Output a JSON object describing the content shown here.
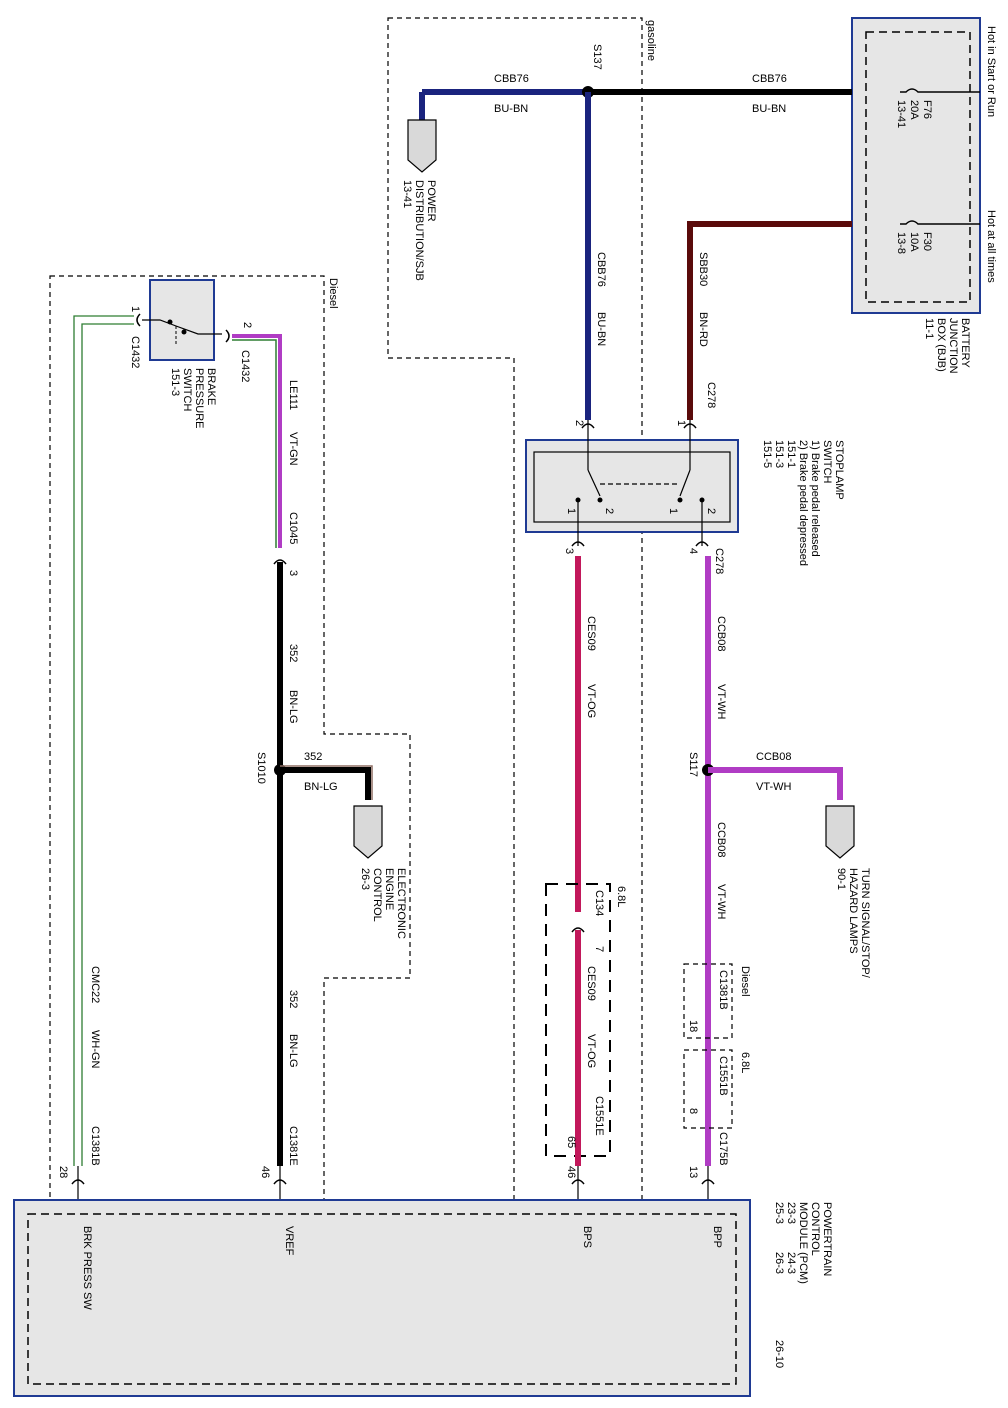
{
  "gasoline_label": "gasoline",
  "diesel_label_top": "Diesel",
  "splice_s137": "S137",
  "wire_cbb76_top_left": "CBB76",
  "wire_cbb76_top_left_color": "BU-BN",
  "wire_cbb76_top_right": "CBB76",
  "wire_cbb76_top_right_color": "BU-BN",
  "power_distribution": [
    "POWER",
    "DISTRIBUTION/SJB",
    "13-41"
  ],
  "bjb": {
    "hot_start_run": "Hot in Start or Run",
    "hot_all_times": "Hot at all times",
    "fuse_f76": [
      "F76",
      "20A",
      "13-41"
    ],
    "fuse_f30": [
      "F30",
      "10A",
      "13-8"
    ],
    "title": [
      "BATTERY",
      "JUNCTION",
      "BOX (BJB)",
      "11-1"
    ]
  },
  "wire_cbb76_vert": "CBB76",
  "wire_cbb76_vert_color": "BU-BN",
  "wire_sbb30": "SBB30",
  "wire_sbb30_color": "BN-RD",
  "c278_top": "C278",
  "stoplamp": {
    "title": [
      "STOPLAMP",
      "SWITCH",
      "1) Brake pedal released",
      "2) Brake pedal depressed",
      "151-1",
      "151-3",
      "151-5"
    ],
    "pin_in_left": "2",
    "pin_in_right": "1",
    "sw_left_1": "1",
    "sw_left_2": "2",
    "sw_right_1": "1",
    "sw_right_2": "2",
    "pin_out_left": "3",
    "pin_out_right": "4"
  },
  "c278_bottom": "C278",
  "wire_ces09_a": "CES09",
  "wire_ces09_a_color": "VT-OG",
  "wire_ccb08_a": "CCB08",
  "wire_ccb08_a_color": "VT-WH",
  "splice_s117": "S117",
  "wire_ccb08_b": "CCB08",
  "wire_ccb08_b_color": "VT-WH",
  "turn_signal": [
    "TURN SIGNAL/STOP/",
    "HAZARD LAMPS",
    "90-1"
  ],
  "wire_ccb08_c": "CCB08",
  "wire_ccb08_c_color": "VT-WH",
  "label_68_a": "6.8L",
  "c134": "C134",
  "c134_pin": "7",
  "wire_ces09_b": "CES09",
  "wire_ces09_b_color": "VT-OG",
  "c1551e": "C1551E",
  "pin_65": "65",
  "pin_46_bps": "46",
  "diesel_label_c1381b": "Diesel",
  "c1381b_right": "C1381B",
  "pin_18": "18",
  "label_68_b": "6.8L",
  "c1551b": "C1551B",
  "pin_8": "8",
  "c175b": "C175B",
  "pin_13": "13",
  "pcm": {
    "title": [
      "POWERTRAIN",
      "CONTROL",
      "MODULE (PCM)",
      "23-3",
      "24-3",
      "25-3",
      "26-3"
    ],
    "page_ref": "26-10",
    "bpp": "BPP",
    "bps": "BPS",
    "vref": "VREF",
    "brk_press_sw": "BRK PRESS SW"
  },
  "brake_pressure": {
    "pin1": "1",
    "pin2": "2",
    "c1432_left": "C1432",
    "c1432_right": "C1432",
    "title": [
      "BRAKE",
      "PRESSURE",
      "SWITCH",
      "151-3"
    ]
  },
  "wire_le111": "LE111",
  "wire_le111_color": "VT-GN",
  "c1045": "C1045",
  "c1045_pin": "3",
  "wire_352_a": "352",
  "wire_352_a_color": "BN-LG",
  "splice_s1010": "S1010",
  "wire_352_b": "352",
  "wire_352_b_color": "BN-LG",
  "eec": [
    "ELECTRONIC",
    "ENGINE",
    "CONTROL",
    "26-3"
  ],
  "wire_352_c": "352",
  "wire_352_c_color": "BN-LG",
  "c1381e": "C1381E",
  "pin_46_vref": "46",
  "wire_cmc22": "CMC22",
  "wire_cmc22_color": "WH-GN",
  "c1381b_left": "C1381B",
  "pin_28": "28",
  "colors": {
    "blue_wire": "#1a237e",
    "brown_wire": "#5a0a0a",
    "pink_wire": "#c2185b",
    "violet_wire": "#b03cc4",
    "green_wire": "#2e7d32",
    "box_fill": "#e6e6e6",
    "box_border": "#1f3a93"
  }
}
